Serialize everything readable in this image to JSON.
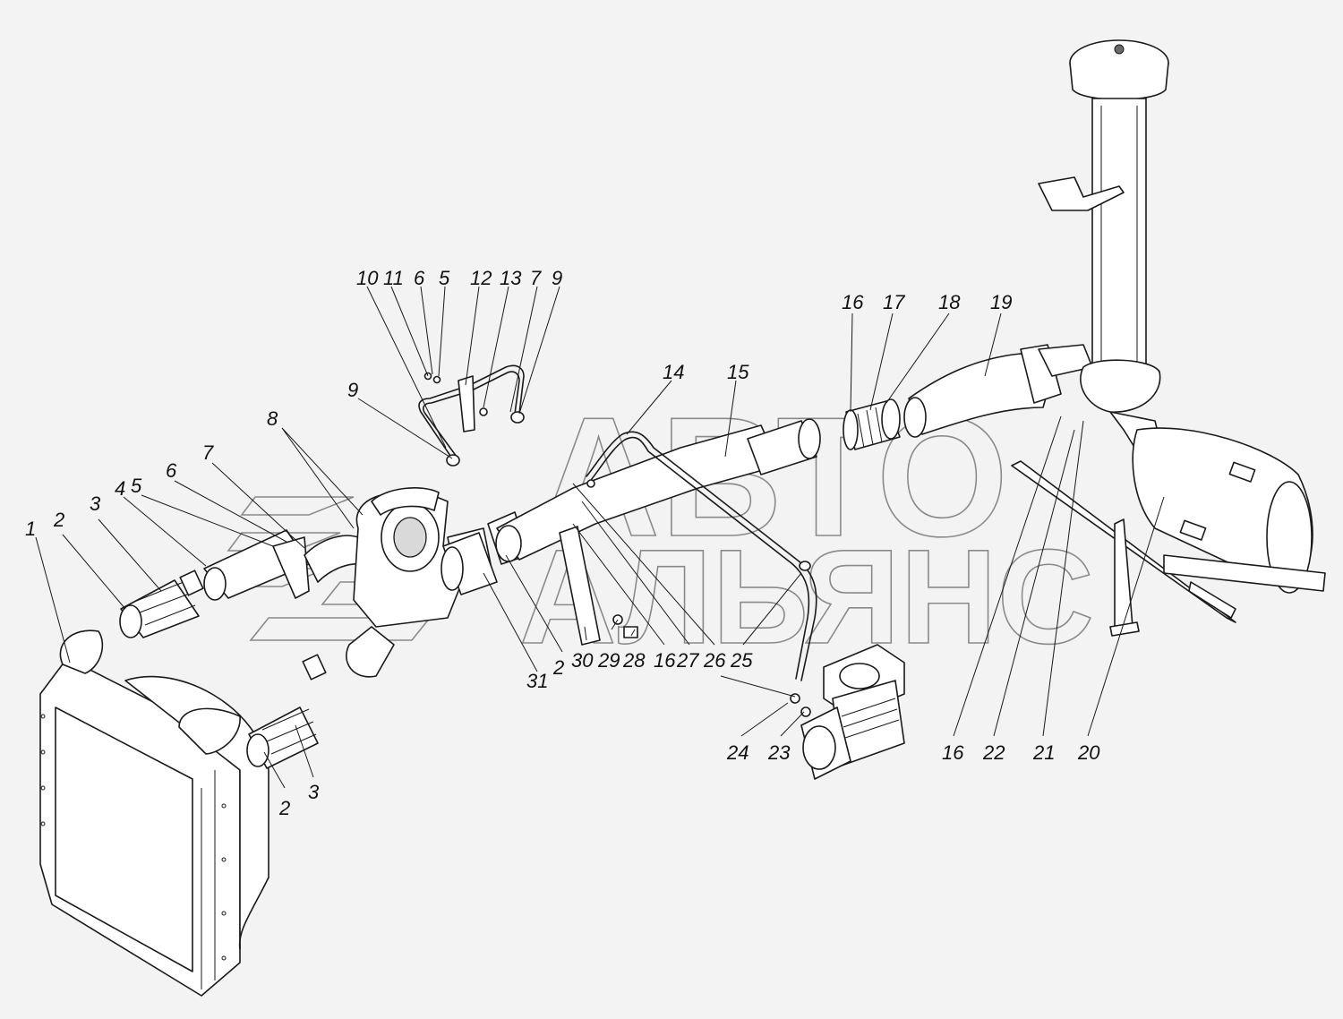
{
  "watermark": {
    "line1": "АВТО",
    "line2": "АЛЬЯНС"
  },
  "callouts": [
    {
      "id": "c1",
      "text": "1"
    },
    {
      "id": "c2a",
      "text": "2"
    },
    {
      "id": "c3a",
      "text": "3"
    },
    {
      "id": "c4",
      "text": "4"
    },
    {
      "id": "c5a",
      "text": "5"
    },
    {
      "id": "c6a",
      "text": "6"
    },
    {
      "id": "c7a",
      "text": "7"
    },
    {
      "id": "c8",
      "text": "8"
    },
    {
      "id": "c9a",
      "text": "9"
    },
    {
      "id": "c10",
      "text": "10"
    },
    {
      "id": "c11",
      "text": "11"
    },
    {
      "id": "c6b",
      "text": "6"
    },
    {
      "id": "c5b",
      "text": "5"
    },
    {
      "id": "c12",
      "text": "12"
    },
    {
      "id": "c13",
      "text": "13"
    },
    {
      "id": "c7b",
      "text": "7"
    },
    {
      "id": "c9b",
      "text": "9"
    },
    {
      "id": "c14",
      "text": "14"
    },
    {
      "id": "c15",
      "text": "15"
    },
    {
      "id": "c16a",
      "text": "16"
    },
    {
      "id": "c17",
      "text": "17"
    },
    {
      "id": "c18",
      "text": "18"
    },
    {
      "id": "c19",
      "text": "19"
    },
    {
      "id": "c2b",
      "text": "2"
    },
    {
      "id": "c3b",
      "text": "3"
    },
    {
      "id": "c31",
      "text": "31"
    },
    {
      "id": "c2c",
      "text": "2"
    },
    {
      "id": "c30",
      "text": "30"
    },
    {
      "id": "c29",
      "text": "29"
    },
    {
      "id": "c28",
      "text": "28"
    },
    {
      "id": "c16b",
      "text": "16"
    },
    {
      "id": "c27",
      "text": "27"
    },
    {
      "id": "c26",
      "text": "26"
    },
    {
      "id": "c25",
      "text": "25"
    },
    {
      "id": "c24",
      "text": "24"
    },
    {
      "id": "c23",
      "text": "23"
    },
    {
      "id": "c16c",
      "text": "16"
    },
    {
      "id": "c22",
      "text": "22"
    },
    {
      "id": "c21",
      "text": "21"
    },
    {
      "id": "c20",
      "text": "20"
    }
  ]
}
